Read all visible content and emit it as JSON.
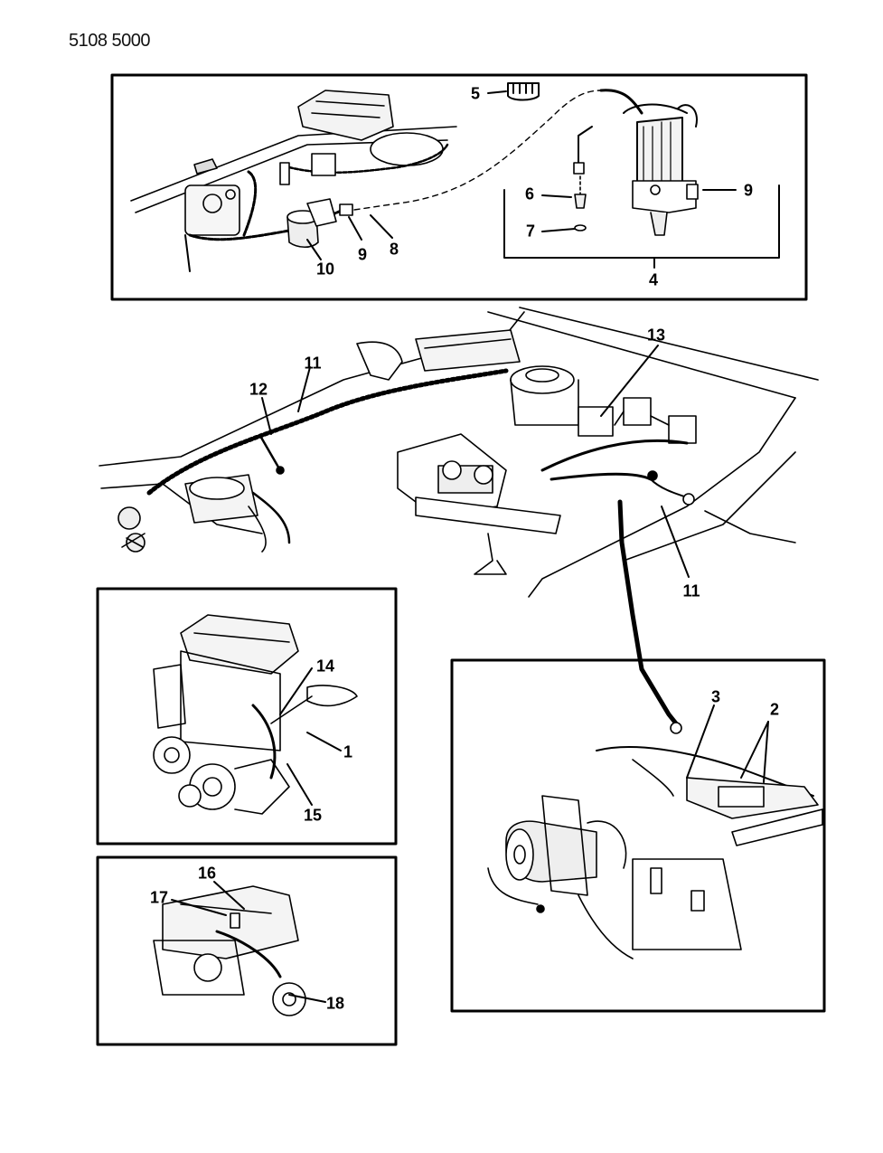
{
  "document_id": "5108 5000",
  "callouts": {
    "c1": "1",
    "c2": "2",
    "c3": "3",
    "c4": "4",
    "c5": "5",
    "c6": "6",
    "c7": "7",
    "c8": "8",
    "c9a": "9",
    "c9b": "9",
    "c10": "10",
    "c11a": "11",
    "c11b": "11",
    "c12": "12",
    "c13": "13",
    "c14": "14",
    "c15": "15",
    "c16": "16",
    "c17": "17",
    "c18": "18"
  }
}
